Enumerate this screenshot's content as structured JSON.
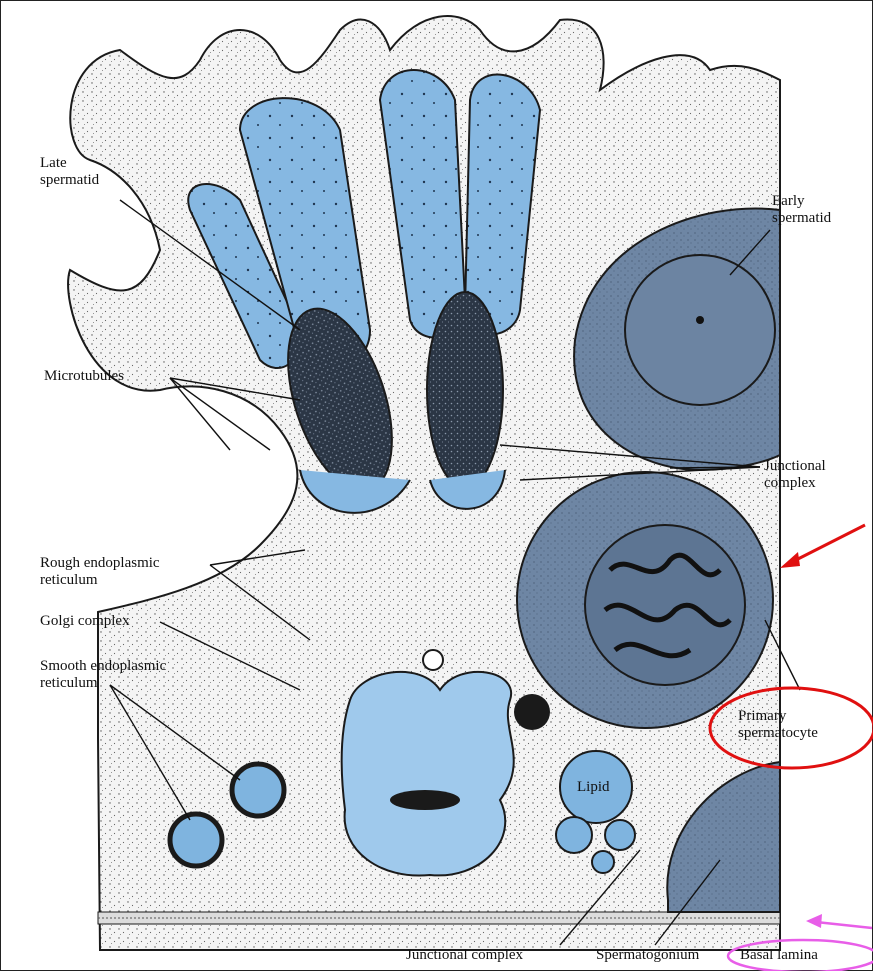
{
  "labels": {
    "late_spermatid": "Late\nspermatid",
    "early_spermatid": "Early\nspermatid",
    "microtubules": "Microtubules",
    "junctional_complex_right": "Junctional\ncomplex",
    "rough_er": "Rough endoplasmic\nreticulum",
    "golgi_complex": "Golgi complex",
    "smooth_er": "Smooth endoplasmic\nreticulum",
    "primary_spermatocyte": "Primary\nspermatocyte",
    "lipid": "Lipid",
    "junctional_complex_bottom": "Junctional complex",
    "spermatogonium": "Spermatogonium",
    "basal_lamina": "Basal lamina"
  },
  "colors": {
    "cell_blue": "#7fb4df",
    "nucleus_dark": "#2f3d4f",
    "spermatocyte_gray": "#6b84a3",
    "cytoplasm": "#f3f3f3",
    "outline": "#1a1a1a",
    "annotation_red": "#e01010",
    "annotation_magenta": "#e85ee8"
  }
}
